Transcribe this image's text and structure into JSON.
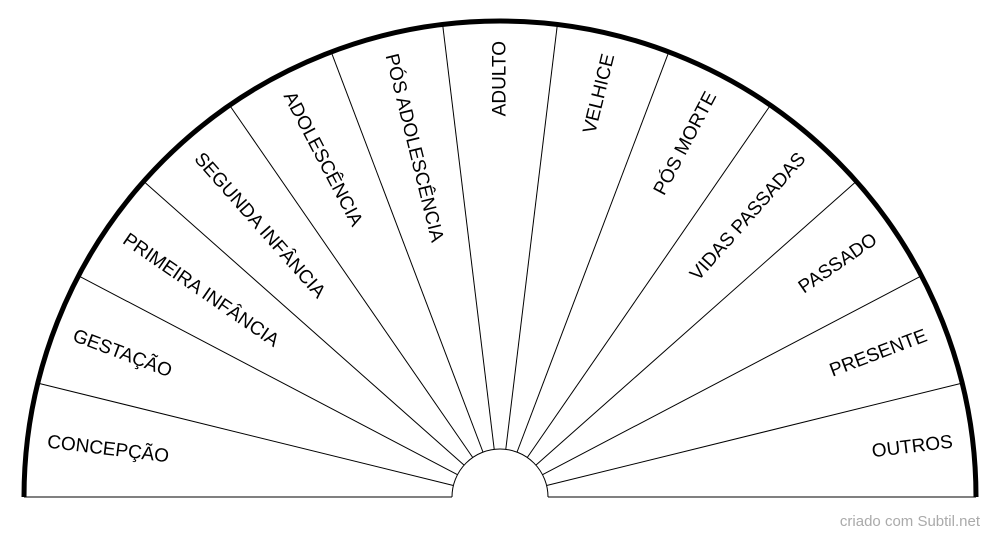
{
  "chart": {
    "segments": [
      "CONCEPÇÃO",
      "GESTAÇÃO",
      "PRIMEIRA INFÂNCIA",
      "SEGUNDA INFÂNCIA",
      "ADOLESCÊNCIA",
      "PÓS ADOLESCÊNCIA",
      "ADULTO",
      "VELHICE",
      "PÓS MORTE",
      "VIDAS PASSADAS",
      "PASSADO",
      "PRESENTE",
      "OUTROS"
    ],
    "colors": {
      "stroke": "#000000",
      "background": "#ffffff"
    }
  },
  "footer": {
    "credit": "criado com Subtil.net"
  }
}
